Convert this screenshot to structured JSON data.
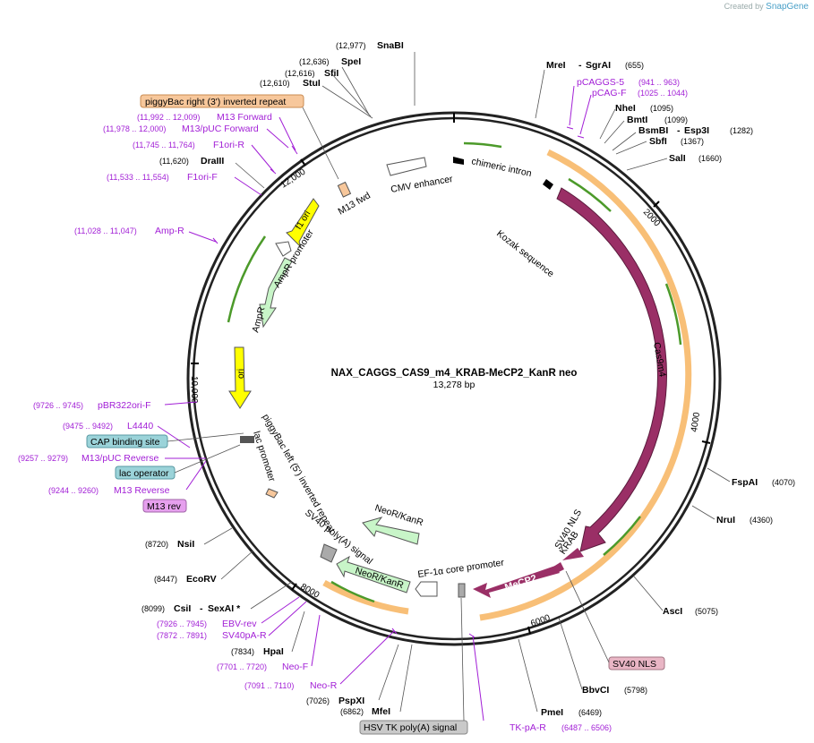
{
  "credit": {
    "prefix": "Created by",
    "brand": "SnapGene"
  },
  "center": {
    "name": "NAX_CAGGS_CAS9_m4_KRAB-MeCP2_KanR neo",
    "length": "13,278 bp"
  },
  "ticks": [
    "2000",
    "4000",
    "6000",
    "8000",
    "10,000",
    "12,000"
  ],
  "enzymes": [
    {
      "name": "SnaBI",
      "pos": "(12,977)"
    },
    {
      "name": "SpeI",
      "pos": "(12,636)"
    },
    {
      "name": "SfiI",
      "pos": "(12,616)"
    },
    {
      "name": "StuI",
      "pos": "(12,610)"
    },
    {
      "name": "DraIII",
      "pos": "(11,620)"
    },
    {
      "name": "MreI",
      "sep": "-",
      "name2": "SgrAI",
      "pos": "(655)"
    },
    {
      "name": "NheI",
      "pos": "(1095)"
    },
    {
      "name": "BmtI",
      "pos": "(1099)"
    },
    {
      "name": "BsmBI",
      "sep": "-",
      "name2": "Esp3I",
      "pos": "(1282)"
    },
    {
      "name": "SbfI",
      "pos": "(1367)"
    },
    {
      "name": "SalI",
      "pos": "(1660)"
    },
    {
      "name": "FspAI",
      "pos": "(4070)"
    },
    {
      "name": "NruI",
      "pos": "(4360)"
    },
    {
      "name": "AscI",
      "pos": "(5075)"
    },
    {
      "name": "BbvCI",
      "pos": "(5798)"
    },
    {
      "name": "PmeI",
      "pos": "(6469)"
    },
    {
      "name": "MfeI",
      "pos": "(6862)"
    },
    {
      "name": "PspXI",
      "pos": "(7026)"
    },
    {
      "name": "HpaI",
      "pos": "(7834)"
    },
    {
      "name": "CsiI",
      "sep": "-",
      "name2": "SexAI *",
      "pos": "(8099)"
    },
    {
      "name": "EcoRV",
      "pos": "(8447)"
    },
    {
      "name": "NsiI",
      "pos": "(8720)"
    }
  ],
  "primers": [
    {
      "name": "M13 Forward",
      "pos": "(11,992 .. 12,009)"
    },
    {
      "name": "M13/pUC Forward",
      "pos": "(11,978 .. 12,000)"
    },
    {
      "name": "F1ori-R",
      "pos": "(11,745 .. 11,764)"
    },
    {
      "name": "F1ori-F",
      "pos": "(11,533 .. 11,554)"
    },
    {
      "name": "Amp-R",
      "pos": "(11,028 .. 11,047)"
    },
    {
      "name": "pBR322ori-F",
      "pos": "(9726 .. 9745)"
    },
    {
      "name": "L4440",
      "pos": "(9475 .. 9492)"
    },
    {
      "name": "M13/pUC Reverse",
      "pos": "(9257 .. 9279)"
    },
    {
      "name": "M13 Reverse",
      "pos": "(9244 .. 9260)"
    },
    {
      "name": "pCAGGS-5",
      "pos": "(941 .. 963)"
    },
    {
      "name": "pCAG-F",
      "pos": "(1025 .. 1044)"
    },
    {
      "name": "EBV-rev",
      "pos": "(7926 .. 7945)"
    },
    {
      "name": "SV40pA-R",
      "pos": "(7872 .. 7891)"
    },
    {
      "name": "Neo-F",
      "pos": "(7701 .. 7720)"
    },
    {
      "name": "Neo-R",
      "pos": "(7091 .. 7110)"
    },
    {
      "name": "TK-pA-R",
      "pos": "(6487 .. 6506)"
    }
  ],
  "boxed": {
    "piggybac_right": "piggyBac right (3') inverted repeat",
    "cap_site": "CAP binding site",
    "lac_operator": "lac operator",
    "m13_rev": "M13 rev",
    "sv40_nls_box": "SV40 NLS",
    "hsv_tk": "HSV TK poly(A) signal"
  },
  "features": {
    "cmv": "CMV enhancer",
    "m13fwd": "M13 fwd",
    "chimeric": "chimeric intron",
    "kozak": "Kozak sequence",
    "cas9": "Cas9m4",
    "sv40nls": "SV40 NLS",
    "krab": "KRAB",
    "mecp2": "MeCP2",
    "ef1a": "EF-1α core promoter",
    "neo1": "NeoR/KanR",
    "neo2": "NeoR/KanR",
    "sv40polya": "SV40 poly(A) signal",
    "pbleft": "piggyBac left (5') inverted repeat",
    "lacprom": "lac promoter",
    "ori": "ori",
    "ampr": "AmpR",
    "ampprom": "AmpR promoter",
    "f1ori": "f1 ori"
  },
  "colors": {
    "cas9": "#9a2f66",
    "orf": "#f6a94a",
    "ampr": "#c8f5c8",
    "ori": "#ffff00",
    "primer": "#a21fd6",
    "boxOrange": "#f7c79b",
    "boxTeal": "#9bd3d9",
    "boxPink": "#e9b6c5",
    "boxMagenta": "#e6a0ee",
    "boxGray": "#c9c9c9"
  }
}
